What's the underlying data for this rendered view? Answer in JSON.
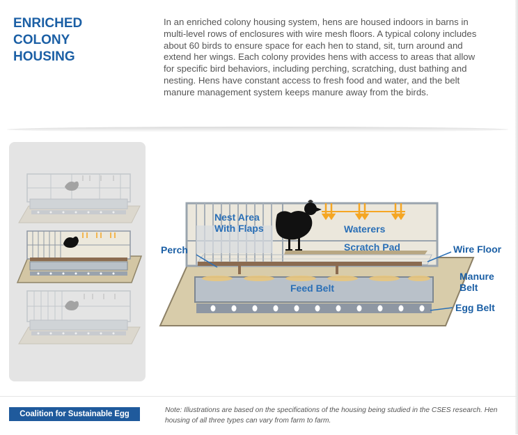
{
  "header": {
    "title_lines": [
      "ENRICHED",
      "COLONY",
      "HOUSING"
    ],
    "description": "In an enriched colony housing system, hens are housed indoors in barns in multi-level rows of enclosures with wire mesh floors. A typical colony includes about 60 birds to ensure space for each hen to stand, sit, turn around and extend her wings. Each colony provides hens with access to areas that allow for specific bird behaviors, including perching, scratching, dust bathing and nesting. Hens have constant access to fresh food and water, and the belt manure management system keeps manure away from the birds."
  },
  "diagram": {
    "labels": {
      "nest_area": [
        "Nest Area",
        "With Flaps"
      ],
      "waterers": "Waterers",
      "scratch_pad": "Scratch Pad",
      "perch": "Perch",
      "wire_floor": "Wire Floor",
      "manure_belt": [
        "Manure",
        "Belt"
      ],
      "feed_belt": "Feed Belt",
      "egg_belt": "Egg Belt"
    },
    "thumbnails": {
      "count": 3,
      "highlighted_index": 1
    },
    "colors": {
      "label_blue": "#1b5fa5",
      "waterer_orange": "#f5a623",
      "perch_brown": "#8b6b50",
      "floor_tan": "#c7b99a",
      "belt_gray": "#8e97a3"
    }
  },
  "footer": {
    "coalition_label": "Coalition for Sustainable Egg Supply",
    "note": "Note:  Illustrations are based on the specifications of the housing being studied in the CSES research. Hen housing of all three types can vary from farm to farm."
  }
}
